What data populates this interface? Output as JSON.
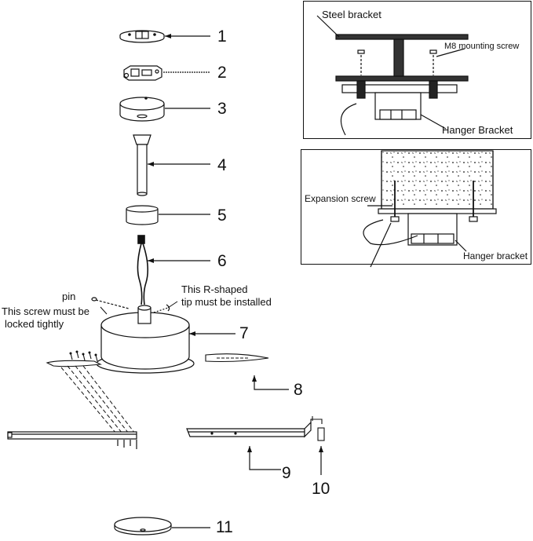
{
  "parts": [
    {
      "n": "1"
    },
    {
      "n": "2"
    },
    {
      "n": "3"
    },
    {
      "n": "4"
    },
    {
      "n": "5"
    },
    {
      "n": "6"
    },
    {
      "n": "7"
    },
    {
      "n": "8"
    },
    {
      "n": "9"
    },
    {
      "n": "10"
    },
    {
      "n": "11"
    }
  ],
  "notes": {
    "pin": "pin",
    "screw_line1": "This screw must be",
    "screw_line2": "locked tightly",
    "rshape_line1": "This R-shaped",
    "rshape_line2": "tip must be installed"
  },
  "inset_steel": {
    "steel_bracket": "Steel bracket",
    "m8_screw": "M8 mounting screw",
    "hanger_bracket": "Hanger Bracket"
  },
  "inset_concrete": {
    "expansion_screw": "Expansion screw",
    "hanger_bracket": "Hanger bracket"
  }
}
